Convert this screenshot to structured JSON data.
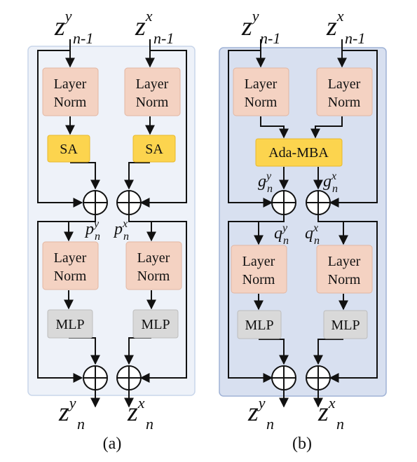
{
  "colors": {
    "panel_a_bg": "#eef2f9",
    "panel_a_border": "#c9d6ea",
    "panel_b_bg": "#d8e0f0",
    "panel_b_border": "#9fb2d6",
    "layernorm_fill": "#f4d2c2",
    "attention_fill": "#fcd44e",
    "mlp_fill": "#d9d9d9",
    "line": "#111111"
  },
  "block_labels": {
    "layer": "Layer",
    "norm": "Norm",
    "sa": "SA",
    "mlp": "MLP",
    "ada_mba": "Ada-MBA"
  },
  "symbols": {
    "z": "z",
    "sub_prev": "n-1",
    "sub_n": "n",
    "sup_y": "y",
    "sup_x": "x",
    "p": "p",
    "q": "q",
    "g": "g"
  },
  "captions": {
    "a": "(a)",
    "b": "(b)"
  }
}
